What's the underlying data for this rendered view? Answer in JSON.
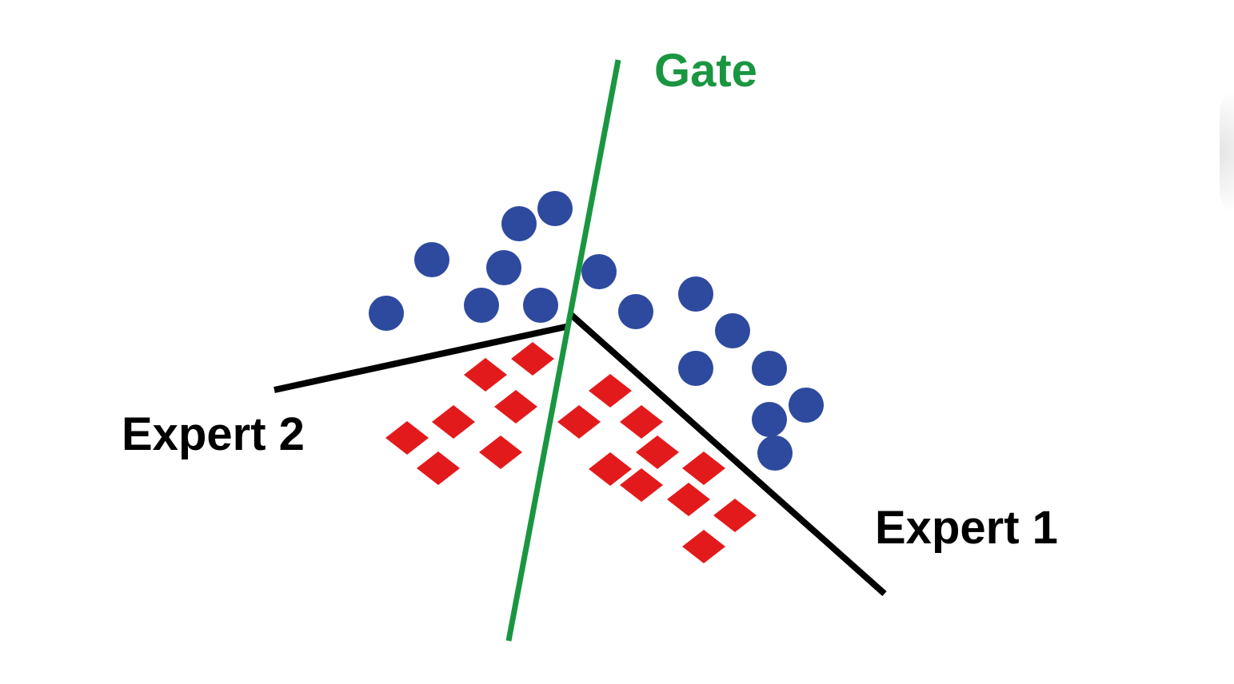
{
  "labels": {
    "gate": "Gate",
    "expert1": "Expert 1",
    "expert2": "Expert 2"
  },
  "colors": {
    "gate": "#1a9641",
    "expert": "#000000",
    "class_circle": "#2e4a9e",
    "class_diamond": "#e31a1c",
    "background": "#ffffff"
  },
  "classes": [
    {
      "shape": "circle",
      "color": "#2e4a9e"
    },
    {
      "shape": "diamond",
      "color": "#e31a1c"
    }
  ],
  "icons": {
    "circle": "circle-icon",
    "diamond": "diamond-icon"
  }
}
